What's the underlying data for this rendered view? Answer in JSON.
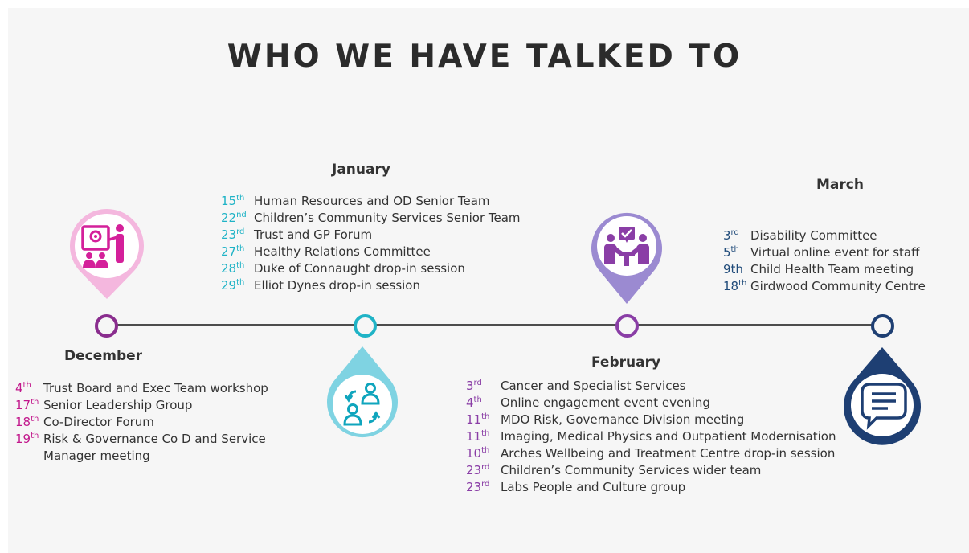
{
  "title": "WHO WE HAVE TALKED TO",
  "colors": {
    "december": "#8a2d8e",
    "january": "#1fb3c6",
    "february": "#8a3ea6",
    "march": "#1e3f73",
    "pink_pin": "#f4b7de",
    "purple_pin": "#9b8ad1",
    "teal_pin": "#7fd3e2",
    "navy_pin": "#1e3f73"
  },
  "months": {
    "december": {
      "name": "December",
      "icon": "presentation-icon",
      "events": [
        {
          "day": "4",
          "suffix": "th",
          "text": "Trust Board and Exec Team workshop"
        },
        {
          "day": "17",
          "suffix": "th",
          "text": "Senior Leadership Group"
        },
        {
          "day": "18",
          "suffix": "th",
          "text": "Co-Director Forum"
        },
        {
          "day": "19",
          "suffix": "th",
          "text": "Risk & Governance Co D and Service"
        },
        {
          "day": "",
          "suffix": "",
          "text": "Manager meeting"
        }
      ]
    },
    "january": {
      "name": "January",
      "icon": "people-exchange-icon",
      "events": [
        {
          "day": "15",
          "suffix": "th",
          "text": "Human Resources and OD Senior Team"
        },
        {
          "day": "22",
          "suffix": "nd",
          "text": "Children’s Community Services Senior Team"
        },
        {
          "day": "23",
          "suffix": "rd",
          "text": "Trust and GP Forum"
        },
        {
          "day": "27",
          "suffix": "th",
          "text": "Healthy Relations Committee"
        },
        {
          "day": "28",
          "suffix": "th",
          "text": "Duke of Connaught drop-in session"
        },
        {
          "day": "29",
          "suffix": "th",
          "text": "Elliot Dynes drop-in session"
        }
      ]
    },
    "february": {
      "name": "February",
      "icon": "meeting-icon",
      "events": [
        {
          "day": "3",
          "suffix": "rd",
          "text": "Cancer and Specialist Services"
        },
        {
          "day": "4",
          "suffix": "th",
          "text": "Online engagement event evening"
        },
        {
          "day": "11",
          "suffix": "th",
          "text": "MDO Risk, Governance Division meeting"
        },
        {
          "day": "11",
          "suffix": "th",
          "text": "Imaging, Medical Physics and Outpatient Modernisation"
        },
        {
          "day": "10",
          "suffix": "th",
          "text": "Arches Wellbeing and Treatment Centre drop-in session"
        },
        {
          "day": "23",
          "suffix": "rd",
          "text": "Children’s Community Services wider team"
        },
        {
          "day": "23",
          "suffix": "rd",
          "text": "Labs People and Culture group"
        }
      ]
    },
    "march": {
      "name": "March",
      "icon": "chat-bubble-icon",
      "events": [
        {
          "day": "3",
          "suffix": "rd",
          "text": "Disability Committee"
        },
        {
          "day": "5",
          "suffix": "th",
          "text": "Virtual online event for staff"
        },
        {
          "day": "9th",
          "suffix": "",
          "text": "Child Health Team meeting"
        },
        {
          "day": "18",
          "suffix": "th",
          "text": "Girdwood Community Centre"
        }
      ]
    }
  }
}
